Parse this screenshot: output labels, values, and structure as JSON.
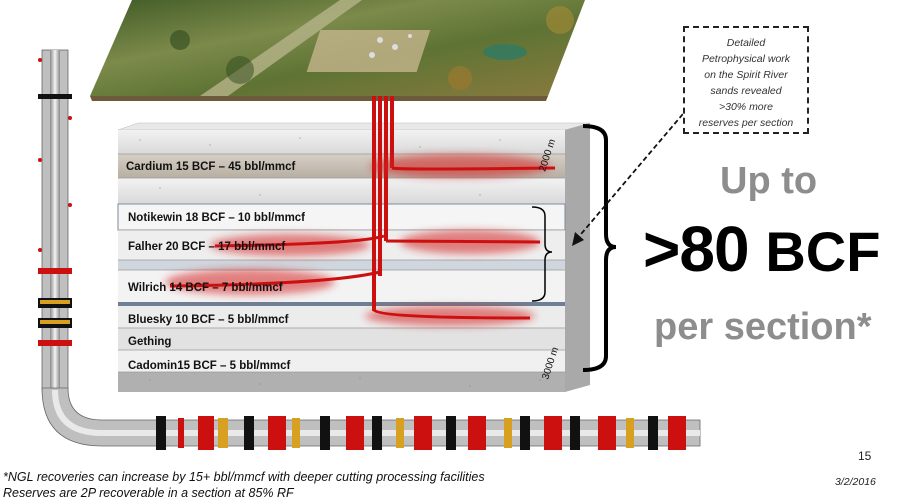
{
  "callout": {
    "lines": [
      "Detailed",
      "Petrophysical work",
      "on the Spirit River",
      "sands revealed",
      ">30% more",
      "reserves per section"
    ]
  },
  "headline": {
    "line1": "Up to",
    "value": ">80",
    "unit": "BCF",
    "line3": "per section*"
  },
  "layers": [
    {
      "label": "Cardium 15 BCF – 45 bbl/mmcf"
    },
    {
      "label": "Notikewin 18 BCF – 10 bbl/mmcf"
    },
    {
      "label": "Falher 20 BCF – 17 bbl/mmcf"
    },
    {
      "label": "Wilrich 14 BCF – 7 bbl/mmcf"
    },
    {
      "label": "Bluesky 10 BCF – 5 bbl/mmcf"
    },
    {
      "label": "Gething"
    },
    {
      "label": "Cadomin15 BCF – 5 bbl/mmcf"
    }
  ],
  "depths": {
    "top": "2000 m",
    "bottom": "3000 m"
  },
  "footnotes": [
    "*NGL recoveries can increase by 15+ bbl/mmcf with deeper cutting processing facilities",
    "Reserves are 2P recoverable in a section at 85% RF"
  ],
  "page_number": "15",
  "date": "3/2/2016",
  "colors": {
    "well_red": "#cc1010",
    "headline_grey": "#8d8d8d",
    "forest_green": "#4f6e2e"
  }
}
